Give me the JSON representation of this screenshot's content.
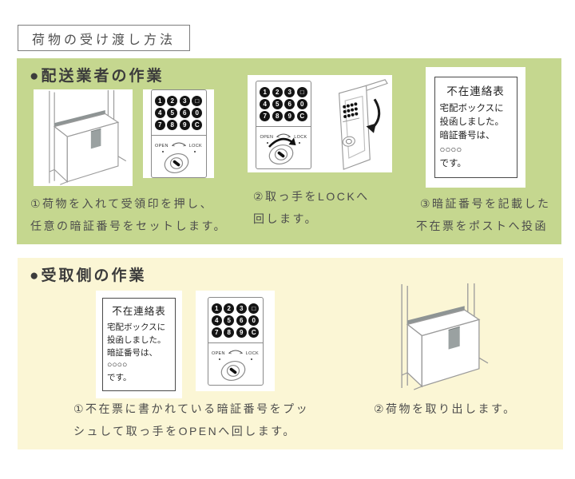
{
  "title": "荷物の受け渡し方法",
  "colors": {
    "section_green": "#c5d78f",
    "section_yellow": "#fbf6d5",
    "heading_text": "#3c3c3c",
    "caption_text": "#4c4c4c"
  },
  "sections": {
    "courier": {
      "header": "●配送業者の作業",
      "step1_line1": "①荷物を入れて受領印を押し、",
      "step1_line2": "任意の暗証番号をセットします。",
      "step2_line1": "②取っ手をLOCKへ",
      "step2_line2": "回します。",
      "step3_line1": "③暗証番号を記載した",
      "step3_line2": "不在票をポストへ投函"
    },
    "receiver": {
      "header": "●受取側の作業",
      "step1_line1": "①不在票に書かれている暗証番号をプッ",
      "step1_line2": "シュして取っ手をOPENへ回します。",
      "step2_line1": "②荷物を取り出します。"
    }
  },
  "notice_card": {
    "title": "不在連絡表",
    "lines": [
      "宅配ボックスに",
      "投函しました。",
      "暗証番号は、",
      "○○○○",
      "です。"
    ]
  },
  "keypad": {
    "rows": [
      [
        "1",
        "2",
        "3",
        "□"
      ],
      [
        "4",
        "5",
        "6",
        "0"
      ],
      [
        "7",
        "8",
        "9",
        "C"
      ]
    ],
    "open_label": "OPEN",
    "lock_label": "LOCK"
  }
}
